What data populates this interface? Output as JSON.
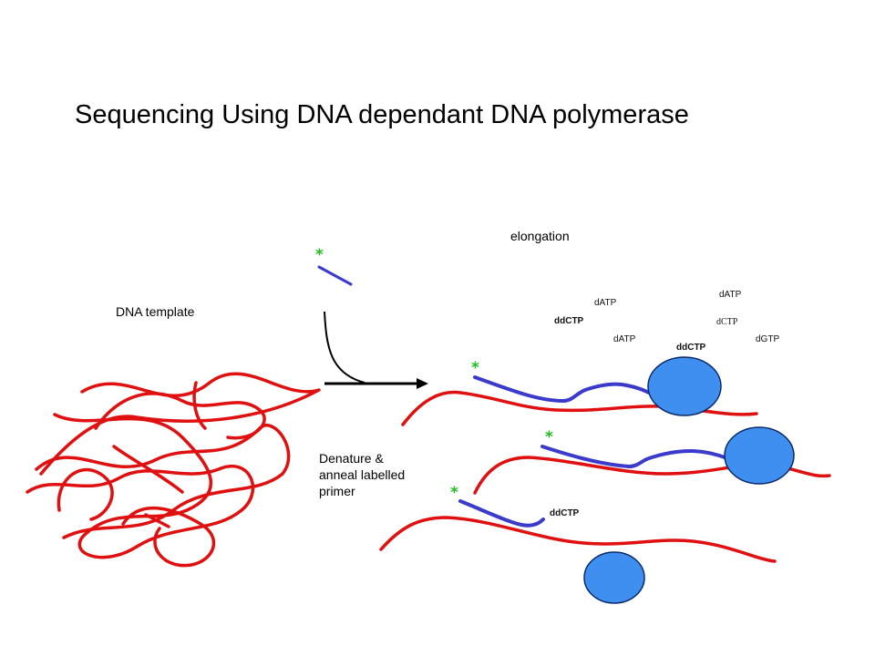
{
  "title": "Sequencing Using DNA dependant DNA polymerase",
  "labels": {
    "dna_template": "DNA template",
    "elongation": "elongation",
    "denature_line1": "Denature &",
    "denature_line2": "anneal labelled",
    "denature_line3": "primer"
  },
  "nucleotides": {
    "n1": "dATP",
    "n2": "dATP",
    "n3": "ddCTP",
    "n4": "dCTP",
    "n5": "dATP",
    "n6": "ddCTP",
    "n7": "dGTP",
    "n8": "ddCTP"
  },
  "label_marker": "*",
  "colors": {
    "template_strand": "#e01010",
    "primer_strand": "#3a3acc",
    "polymerase": "#3f8ff0",
    "label_marker": "#22bb22",
    "arrow": "#000000"
  }
}
